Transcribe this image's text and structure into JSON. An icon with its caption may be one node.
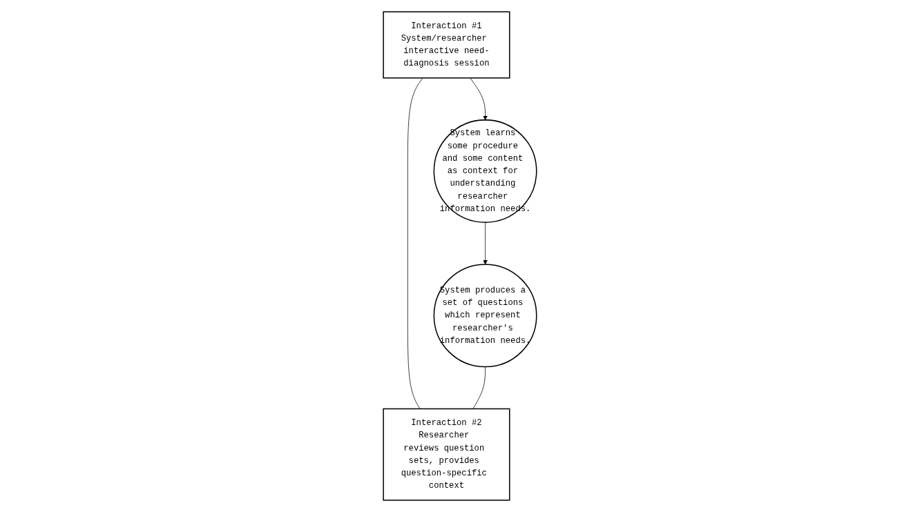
{
  "diagram": {
    "nodes": [
      {
        "text": [
          "Interaction #1",
          "System/researcher interactive need-diagnosis session"
        ]
      },
      {
        "text": [
          "Interaction #2",
          "Researcher reviews question sets, provides question-specific context"
        ]
      },
      {
        "text": [
          "System learns some procedure and some content as context for understanding researcher information needs."
        ]
      },
      {
        "text": [
          "System produces a set of questions which represent researcher's information needs."
        ]
      }
    ],
    "edges": [
      {
        "from": 0,
        "to": 1,
        "arrow": "none"
      },
      {
        "from": 0,
        "to": 2,
        "arrow": "to"
      },
      {
        "from": 3,
        "to": 1,
        "arrow": "none"
      },
      {
        "from": 2,
        "to": 3,
        "arrow": "to"
      }
    ]
  }
}
